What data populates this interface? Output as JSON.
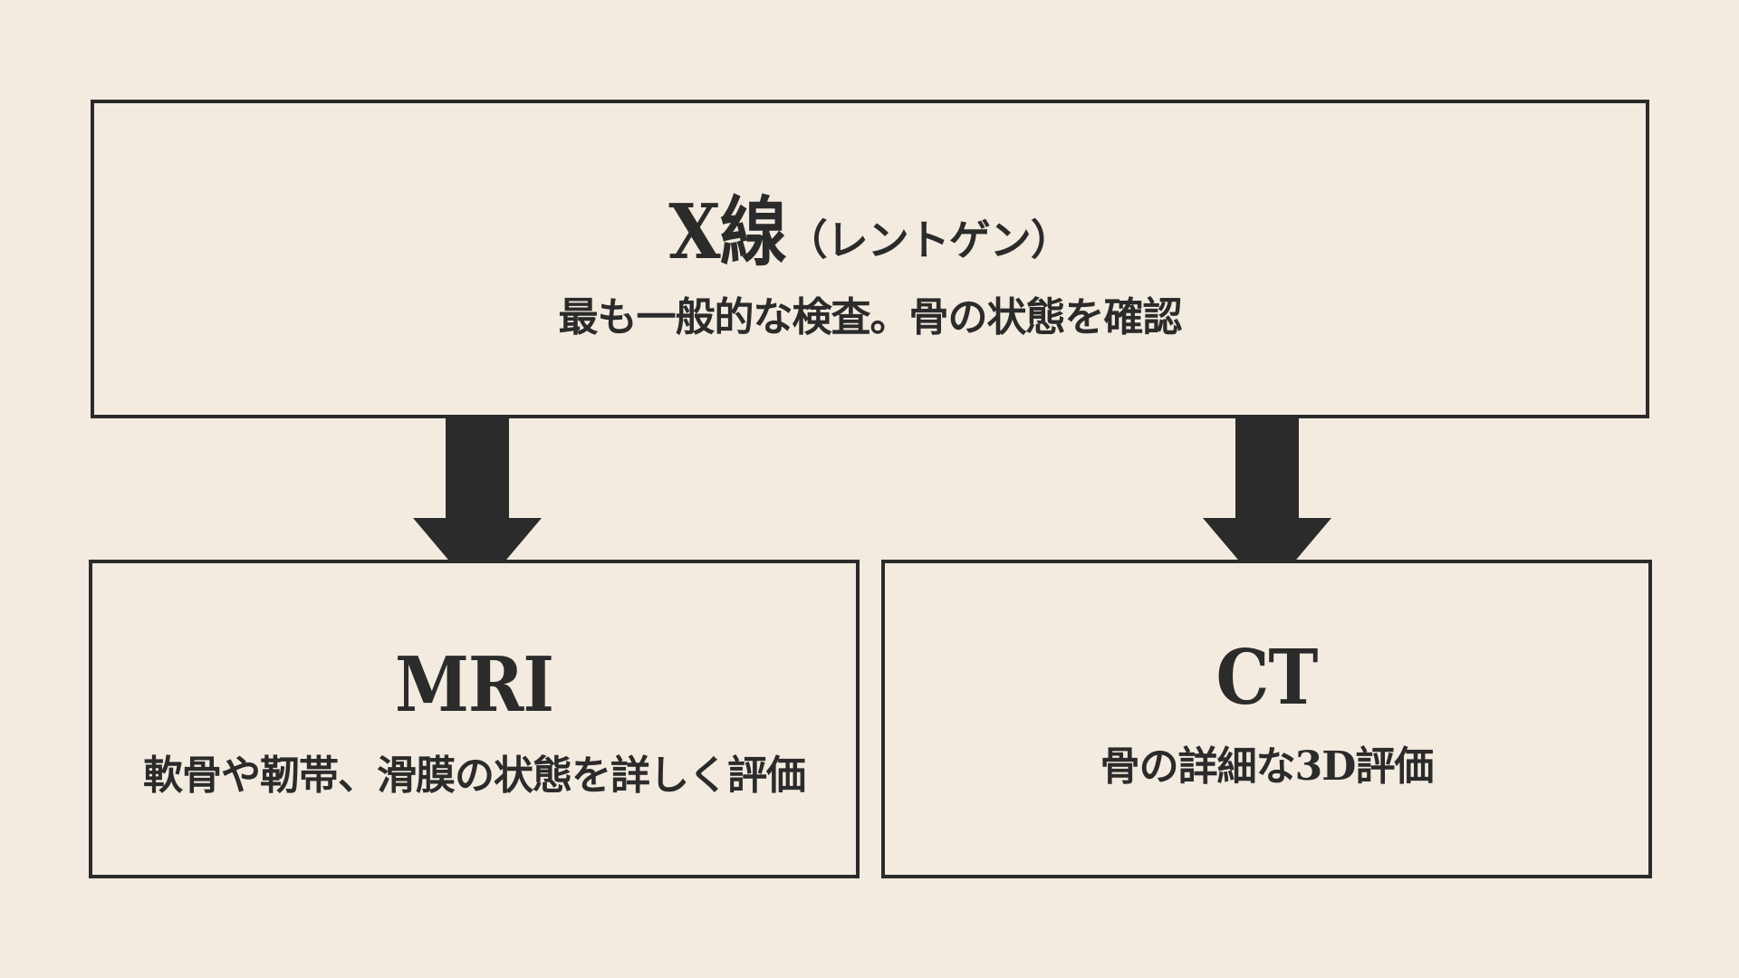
{
  "xray": {
    "title": "X線",
    "title_sub": "（レントゲン）",
    "description": "最も一般的な検査。骨の状態を確認"
  },
  "mri": {
    "title": "MRI",
    "description": "軟骨や靭帯、滑膜の状態を詳しく評価"
  },
  "ct": {
    "title": "CT",
    "description": "骨の詳細な3D評価"
  },
  "colors": {
    "background": "#f3ebdf",
    "line": "#2b2b2b"
  }
}
